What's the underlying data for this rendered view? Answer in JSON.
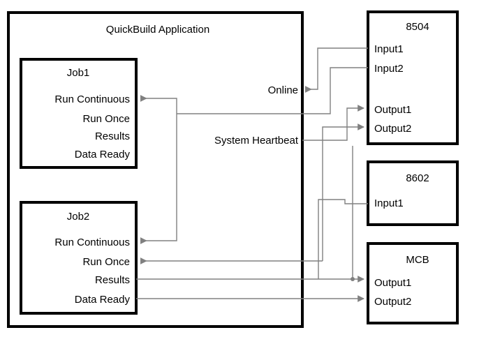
{
  "diagram": {
    "title": "QuickBuild Application",
    "application_box": {
      "label": "QuickBuild Application"
    },
    "jobs": [
      {
        "name": "Job1",
        "ports": [
          "Run Continuous",
          "Run Once",
          "Results",
          "Data Ready"
        ]
      },
      {
        "name": "Job2",
        "ports": [
          "Run Continuous",
          "Run Once",
          "Results",
          "Data Ready"
        ]
      }
    ],
    "app_signals": [
      {
        "label": "Online"
      },
      {
        "label": "System Heartbeat"
      }
    ],
    "devices": [
      {
        "name": "8504",
        "inputs": [
          "Input1",
          "Input2"
        ],
        "outputs": [
          "Output1",
          "Output2"
        ]
      },
      {
        "name": "8602",
        "inputs": [
          "Input1"
        ],
        "outputs": []
      },
      {
        "name": "MCB",
        "inputs": [],
        "outputs": [
          "Output1",
          "Output2"
        ]
      }
    ],
    "colors": {
      "box_stroke": "#000000",
      "wire": "#808080",
      "background": "#ffffff",
      "text": "#000000"
    }
  }
}
